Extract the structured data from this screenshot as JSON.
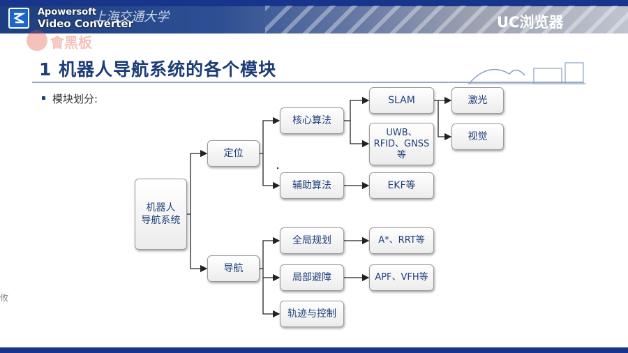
{
  "header": {
    "app_name_line1": "Apowersoft",
    "app_name_line2": "Video Converter",
    "school_name": "上海交通大学",
    "watermark_text": "會黑板",
    "browser_watermark": "UC浏览器"
  },
  "slide": {
    "title": "1 机器人导航系统的各个模块",
    "bullet": "模块划分:",
    "side_char": "攸"
  },
  "diagram": {
    "root": "机器人\n导航系统",
    "localization": "定位",
    "navigation": "导航",
    "core_algorithm": "核心算法",
    "aux_algorithm": "辅助算法",
    "slam": "SLAM",
    "uwb": "UWB、\nRFID、GNSS\n等",
    "laser": "激光",
    "vision": "视觉",
    "ekf": "EKF等",
    "global_planning": "全局规划",
    "local_avoidance": "局部避障",
    "trajectory_control": "轨迹与控制",
    "astar": "A*、RRT等",
    "apf": "APF、VFH等"
  },
  "colors": {
    "title_blue": "#1c3c78",
    "node_text": "#1f3f7a",
    "bar_blue": "#17358a"
  }
}
